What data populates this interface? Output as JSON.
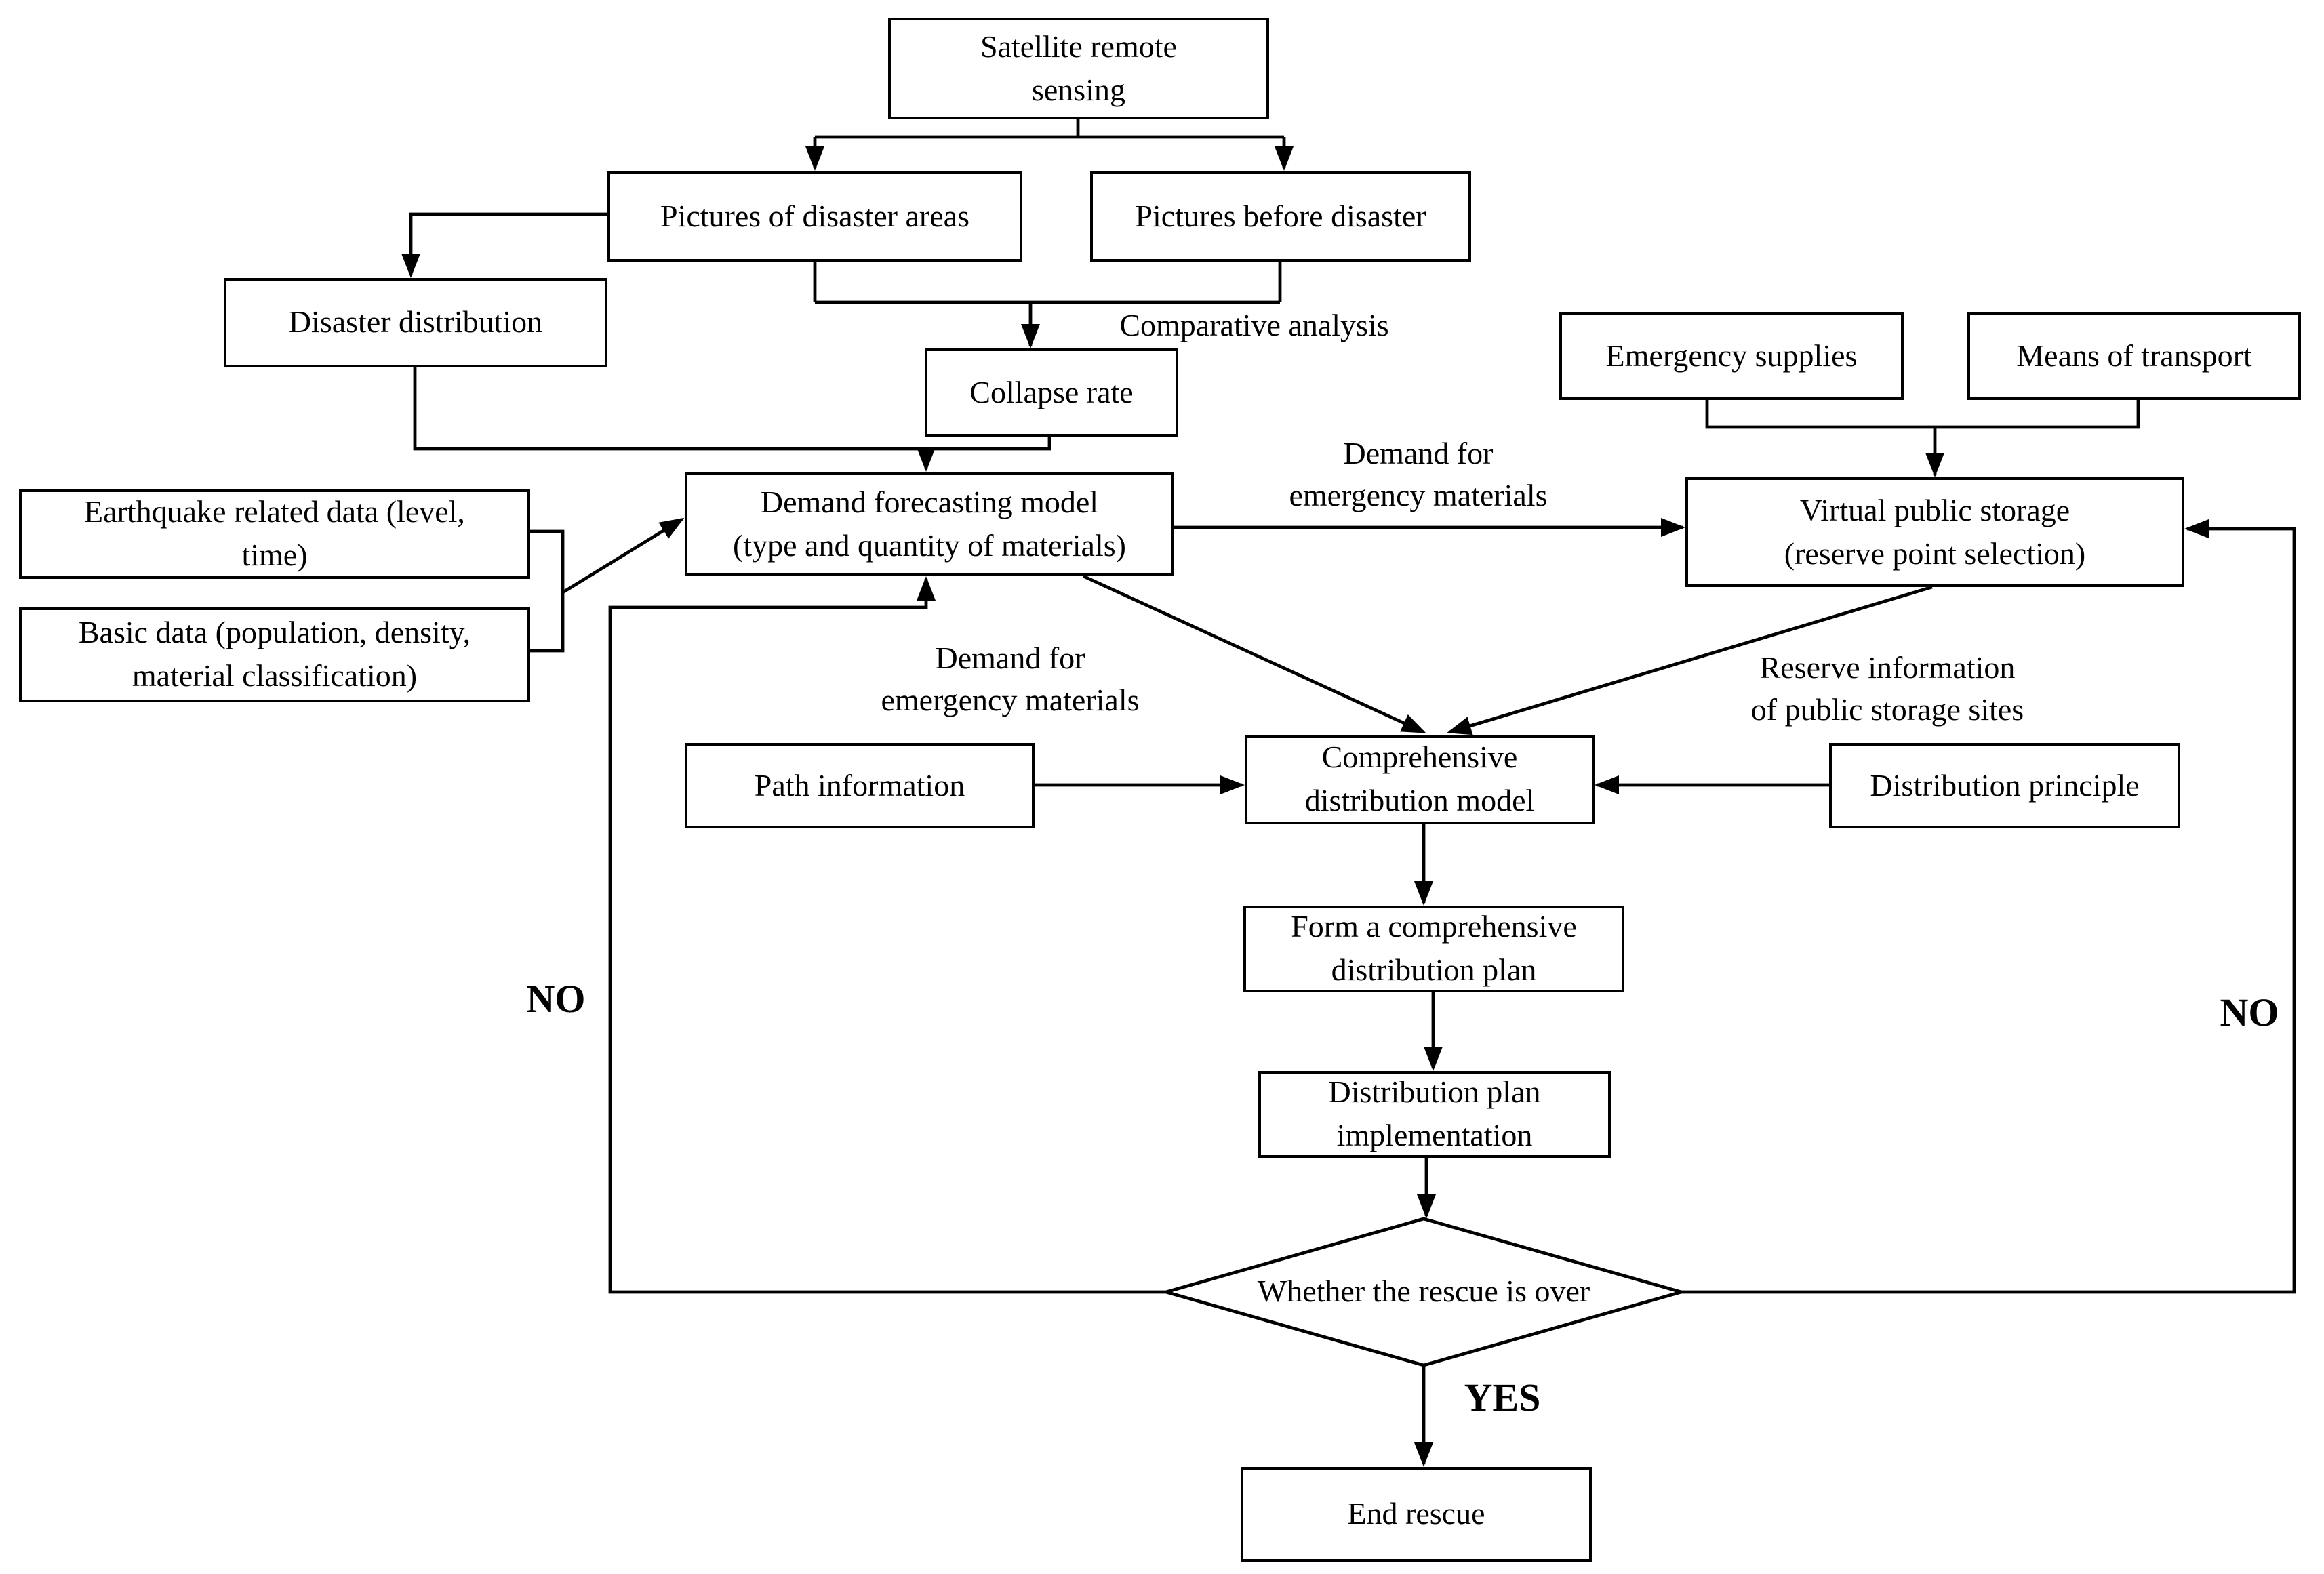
{
  "diagram": {
    "background_color": "#ffffff",
    "line_color": "#000000",
    "text_color": "#000000"
  },
  "nodes": {
    "satellite": {
      "label": "Satellite remote\nsensing",
      "shape": "rect"
    },
    "pictures_disaster": {
      "label": "Pictures of disaster areas",
      "shape": "rect"
    },
    "pictures_before": {
      "label": "Pictures before disaster",
      "shape": "rect"
    },
    "disaster_distribution": {
      "label": "Disaster distribution",
      "shape": "rect"
    },
    "collapse_rate": {
      "label": "Collapse rate",
      "shape": "rect"
    },
    "emergency_supplies": {
      "label": "Emergency supplies",
      "shape": "rect"
    },
    "means_transport": {
      "label": "Means of transport",
      "shape": "rect"
    },
    "earthquake_data": {
      "label": "Earthquake related data (level,\ntime)",
      "shape": "rect"
    },
    "basic_data": {
      "label": "Basic data (population, density,\nmaterial classification)",
      "shape": "rect"
    },
    "demand_forecasting": {
      "label": "Demand forecasting model\n(type and quantity of materials)",
      "shape": "rect"
    },
    "virtual_storage": {
      "label": "Virtual public storage\n(reserve point selection)",
      "shape": "rect"
    },
    "path_information": {
      "label": "Path information",
      "shape": "rect"
    },
    "comprehensive_model": {
      "label": "Comprehensive\ndistribution model",
      "shape": "rect"
    },
    "distribution_principle": {
      "label": "Distribution principle",
      "shape": "rect"
    },
    "form_plan": {
      "label": "Form a comprehensive\ndistribution plan",
      "shape": "rect"
    },
    "plan_implementation": {
      "label": "Distribution plan\nimplementation",
      "shape": "rect"
    },
    "rescue_decision": {
      "label": "Whether the rescue is over",
      "shape": "diamond"
    },
    "end_rescue": {
      "label": "End rescue",
      "shape": "rect"
    }
  },
  "edge_labels": {
    "comparative_analysis": "Comparative analysis",
    "demand_emergency_right": "Demand for\nemergency materials",
    "demand_emergency_left": "Demand for\nemergency materials",
    "reserve_information": "Reserve information\nof public storage sites",
    "no_left": "NO",
    "no_right": "NO",
    "yes": "YES"
  }
}
